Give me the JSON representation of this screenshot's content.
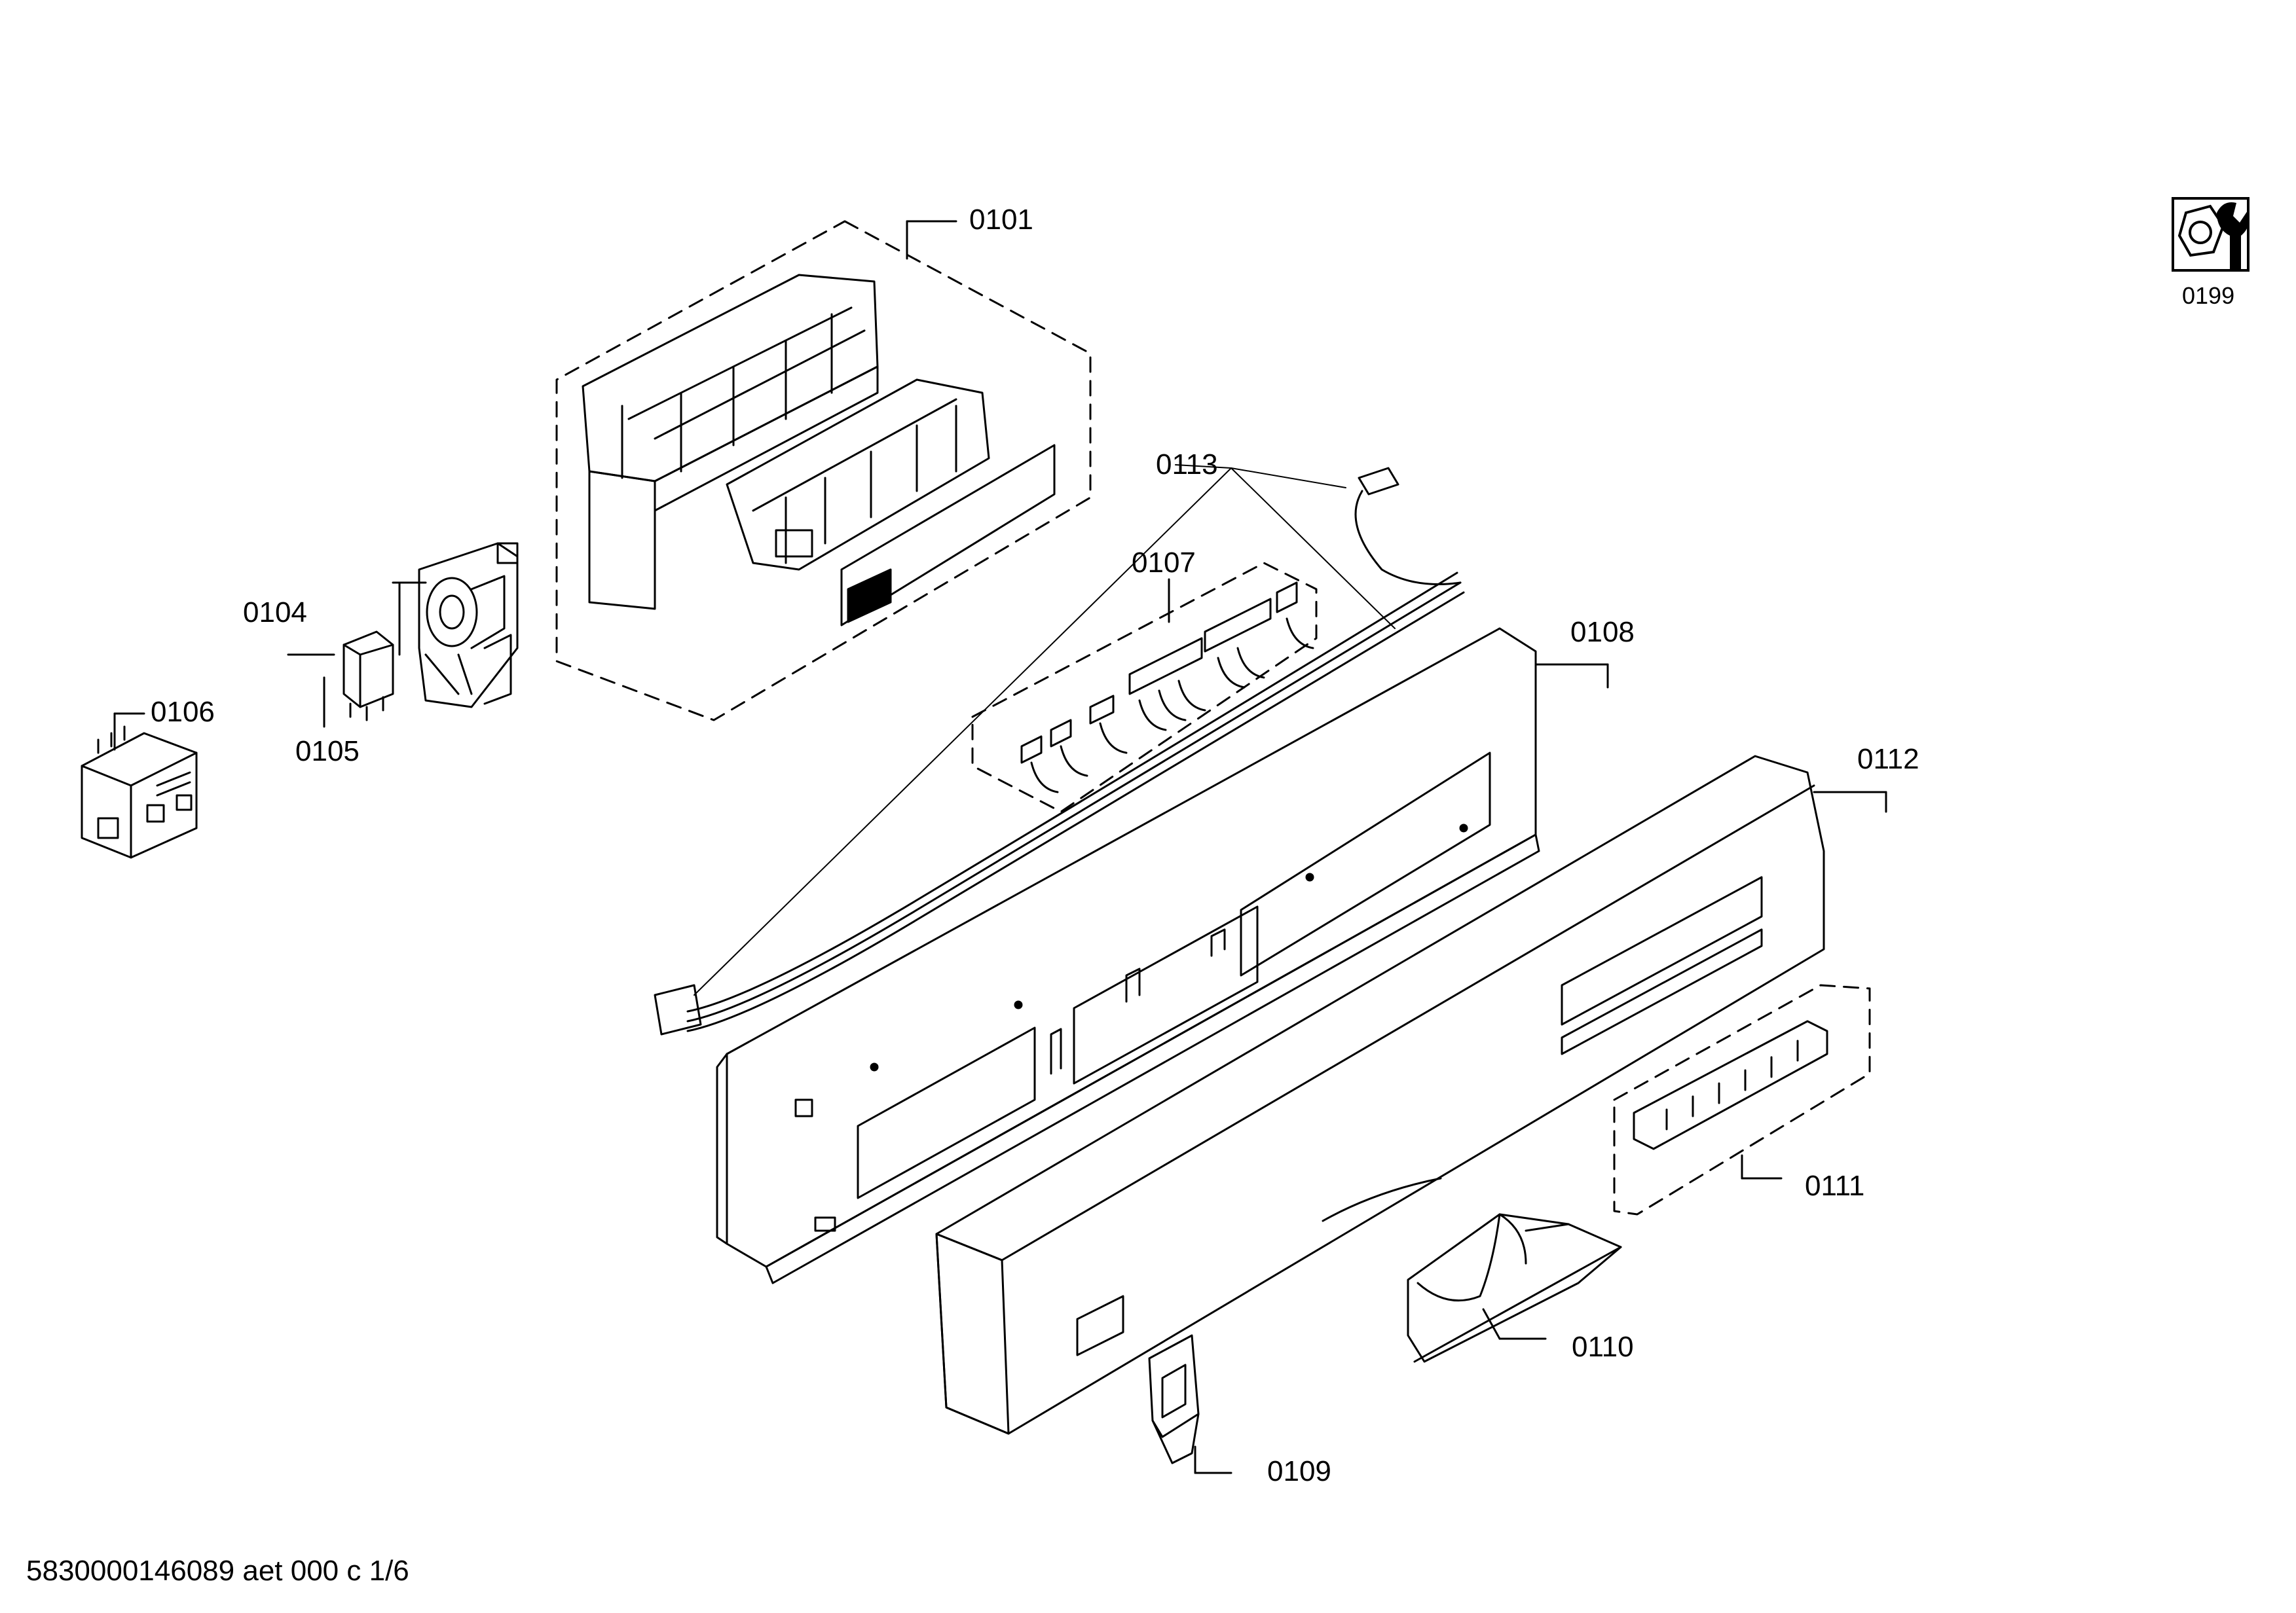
{
  "callouts": {
    "c0101": "0101",
    "c0104": "0104",
    "c0105": "0105",
    "c0106": "0106",
    "c0107": "0107",
    "c0108": "0108",
    "c0109": "0109",
    "c0110": "0110",
    "c0111": "0111",
    "c0112": "0112",
    "c0113": "0113",
    "c0199": "0199"
  },
  "footer": {
    "reference": "5830000146089 aet 000 c 1/6"
  },
  "icons": {
    "tool": "wrench-nut-icon"
  }
}
